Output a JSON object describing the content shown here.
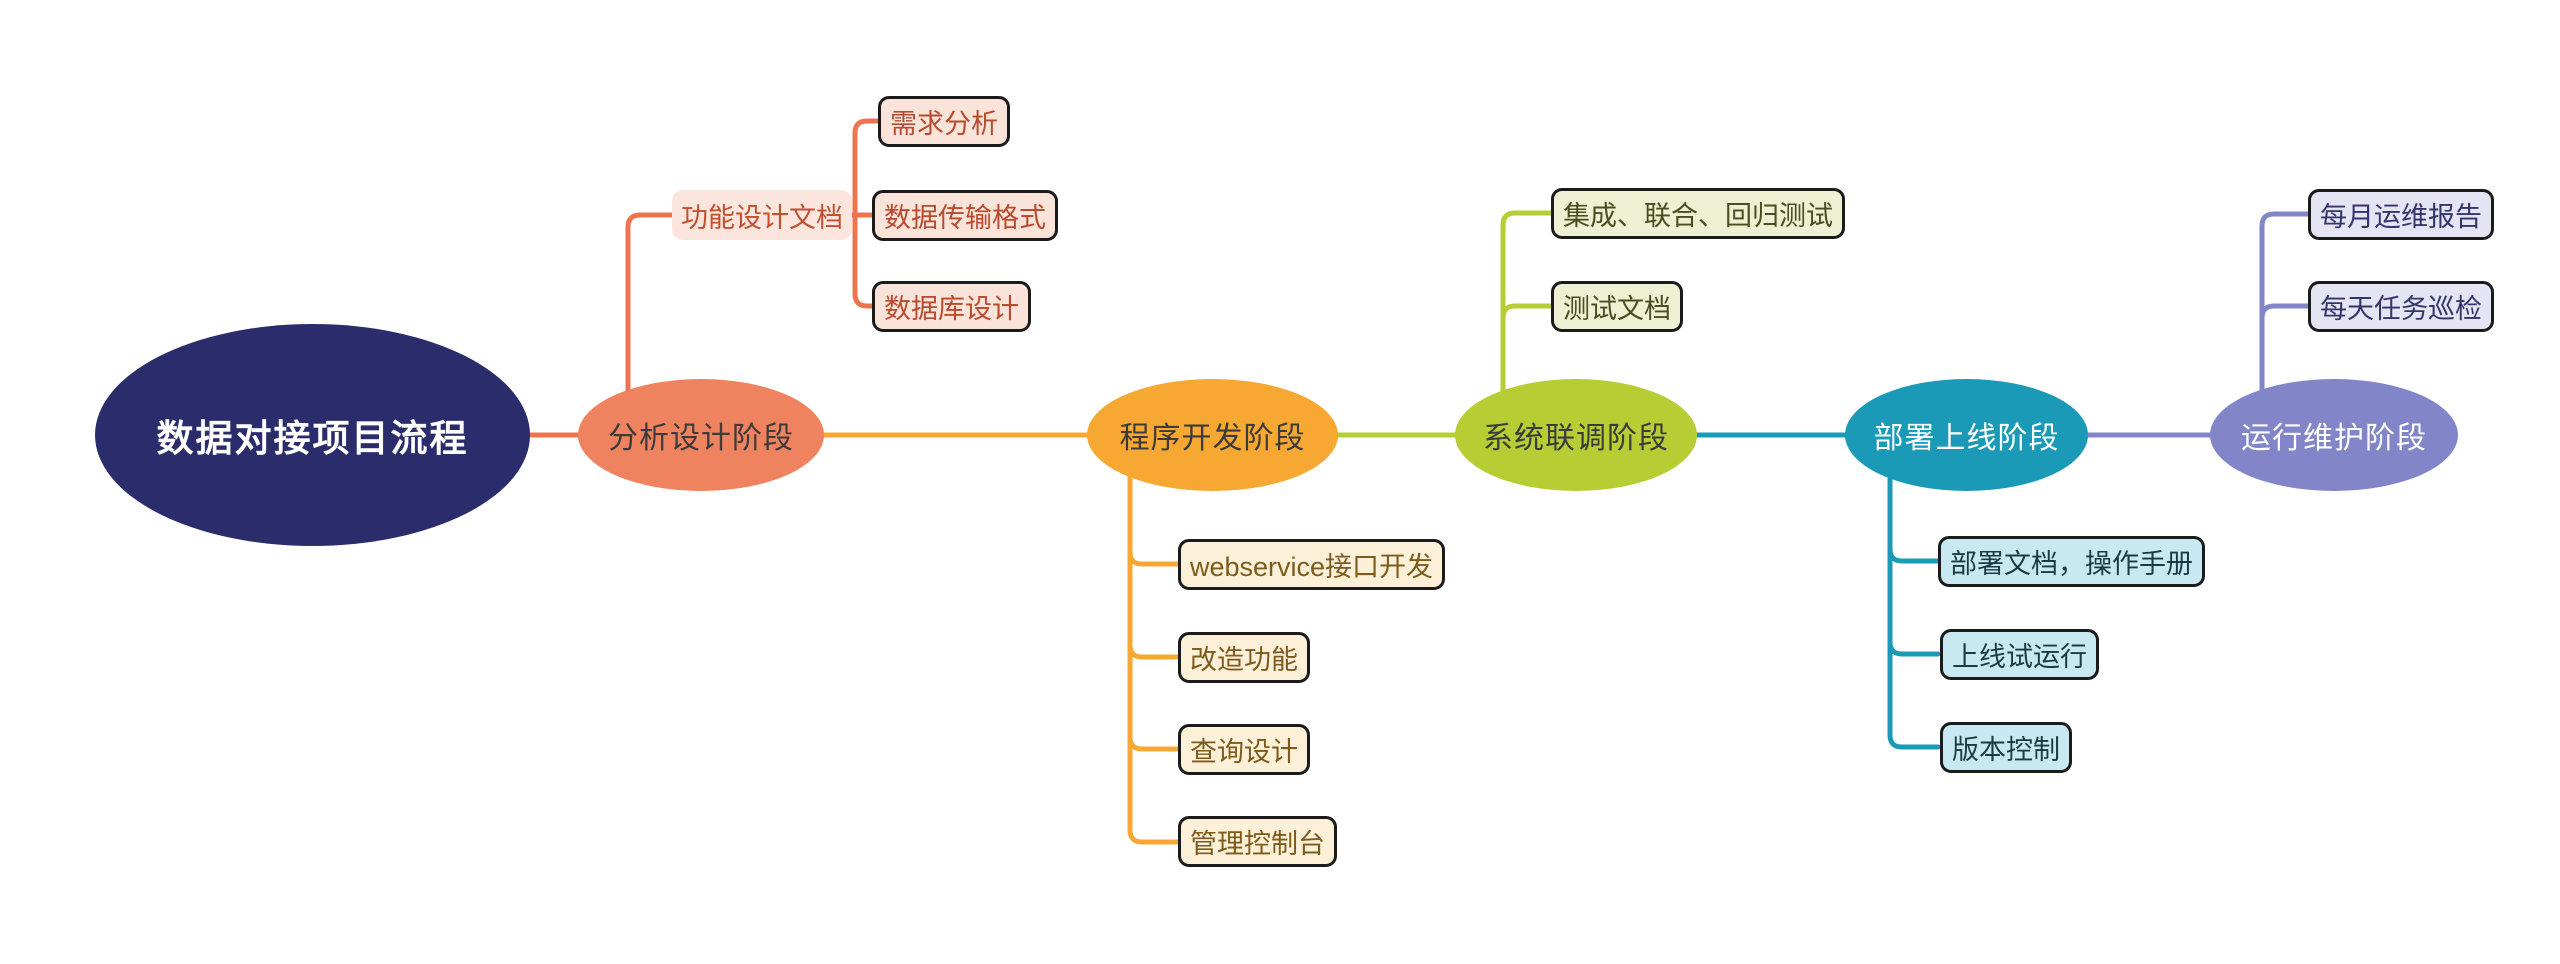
{
  "diagram": {
    "type": "mindmap",
    "root": {
      "label": "数据对接项目流程",
      "fill": "#2B2C6B",
      "text_color": "#FFFFFF"
    },
    "branches": [
      {
        "label": "分析设计阶段",
        "fill": "#F0835F",
        "link_color": "#EE7450",
        "child_fill": "#FAE3D9",
        "child_text_color": "#B94A2E",
        "children": [
          {
            "label": "功能设计文档",
            "fill": "#FBE5DC",
            "text_color": "#C2502F",
            "children": [
              {
                "label": "需求分析"
              },
              {
                "label": "数据传输格式"
              },
              {
                "label": "数据库设计"
              }
            ]
          }
        ]
      },
      {
        "label": "程序开发阶段",
        "fill": "#F6A832",
        "link_color": "#F6A832",
        "child_fill": "#FCF0D8",
        "child_text_color": "#7E5A1C",
        "children": [
          {
            "label": "webservice接口开发"
          },
          {
            "label": "改造功能"
          },
          {
            "label": "查询设计"
          },
          {
            "label": "管理控制台"
          }
        ]
      },
      {
        "label": "系统联调阶段",
        "fill": "#B6CD34",
        "link_color": "#B6CD34",
        "child_fill": "#EEF0D3",
        "child_text_color": "#474E20",
        "children": [
          {
            "label": "集成、联合、回归测试"
          },
          {
            "label": "测试文档"
          }
        ]
      },
      {
        "label": "部署上线阶段",
        "fill": "#1B9AB8",
        "link_color": "#1B9AB8",
        "child_fill": "#C8E9F2",
        "child_text_color": "#1C3A45",
        "children": [
          {
            "label": "部署文档，操作手册"
          },
          {
            "label": "上线试运行"
          },
          {
            "label": "版本控制"
          }
        ]
      },
      {
        "label": "运行维护阶段",
        "fill": "#8286C8",
        "link_color": "#8286C8",
        "child_fill": "#E4E4F3",
        "child_text_color": "#33356B",
        "children": [
          {
            "label": "每月运维报告"
          },
          {
            "label": "每天任务巡检"
          }
        ]
      }
    ],
    "colors": {
      "background": "#FFFFFF",
      "node_border": "#1B1B1B",
      "stage_text_dark": "#3B3B3B",
      "stage_text_light": "#FFFFFF"
    }
  }
}
